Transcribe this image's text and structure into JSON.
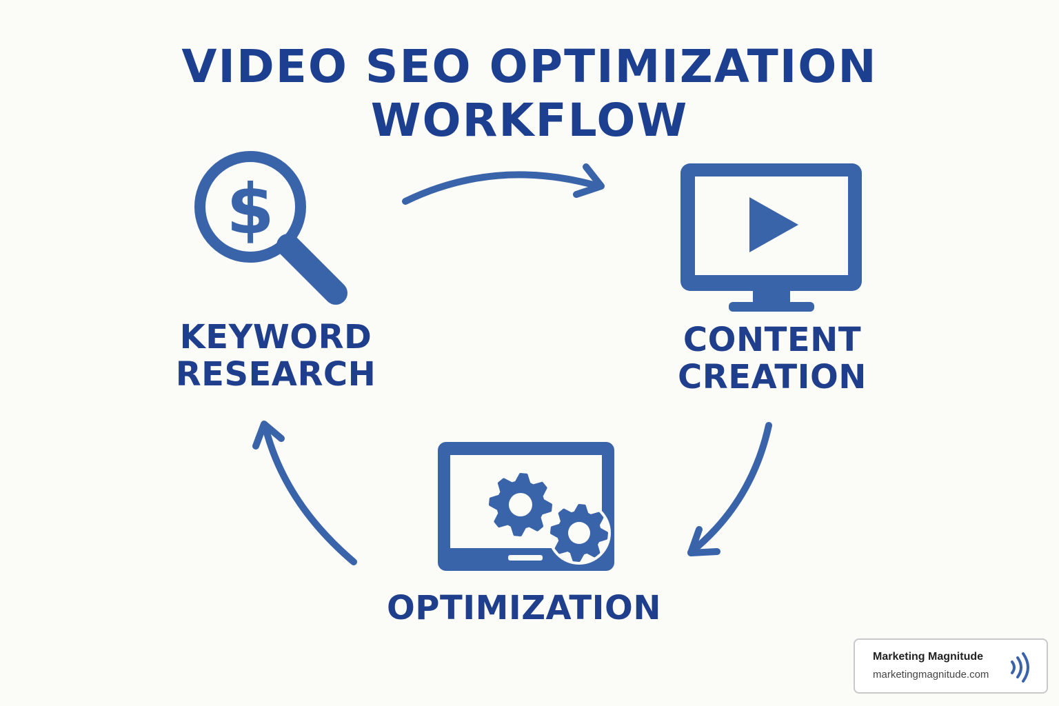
{
  "title": {
    "line1": "VIDEO SEO OPTIMIZATION",
    "line2": "WORKFLOW"
  },
  "stages": [
    {
      "id": "keyword-research",
      "line1": "KEYWORD",
      "line2": "RESEARCH",
      "icon": "magnifier-dollar-icon"
    },
    {
      "id": "content-creation",
      "line1": "CONTENT",
      "line2": "CREATION",
      "icon": "monitor-play-icon"
    },
    {
      "id": "optimization",
      "line1": "OPTIMIZATION",
      "icon": "laptop-gears-icon"
    }
  ],
  "flow": [
    "keyword-research",
    "content-creation",
    "optimization",
    "keyword-research"
  ],
  "brand": {
    "name": "Marketing Magnitude",
    "url": "marketingmagnitude.com",
    "icon": "signal-waves-icon"
  },
  "colors": {
    "primary": "#3a64aa",
    "text": "#1f3f8d",
    "background": "#fbfbf8"
  }
}
